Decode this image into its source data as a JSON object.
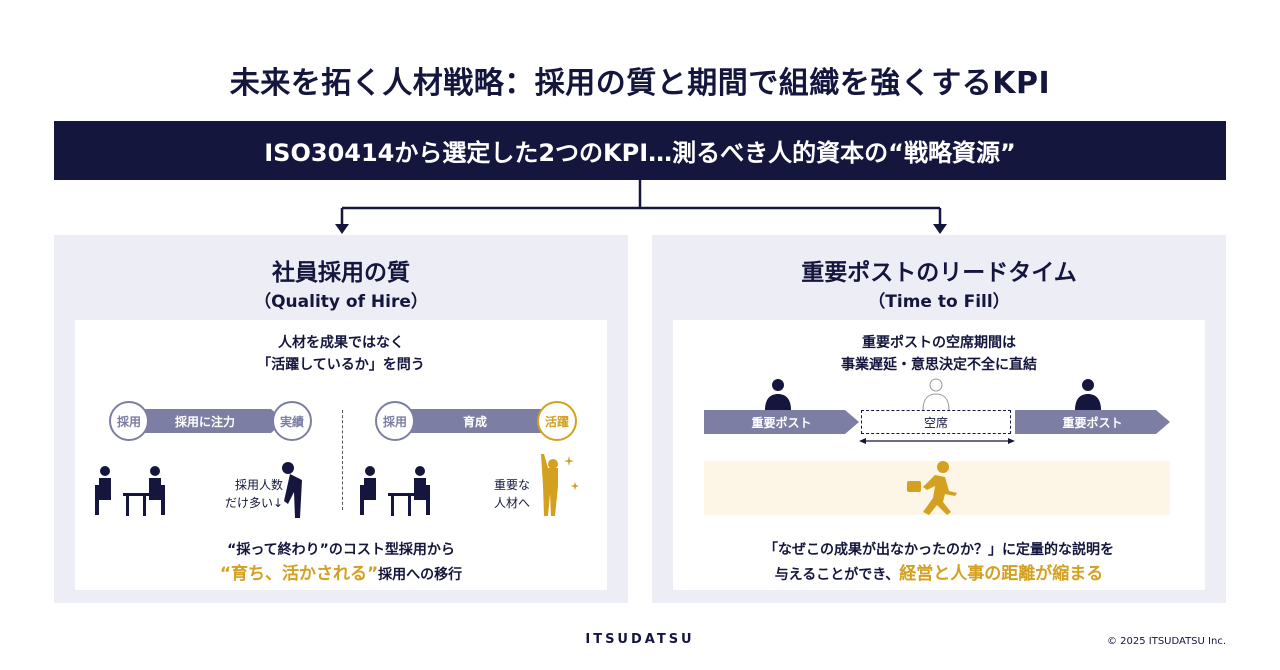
{
  "title": "未来を拓く人材戦略：採用の質と期間で組織を強くするKPI",
  "banner": "ISO30414から選定した2つのKPI…測るべき人的資本の“戦略資源”",
  "left": {
    "heading": "社員採用の質",
    "subheading": "（Quality of Hire）",
    "lead1": "人材を成果ではなく",
    "lead2": "「活躍しているか」を問う",
    "flow_a": {
      "start": "採用",
      "bar": "採用に注力",
      "end": "実績"
    },
    "flow_b": {
      "start": "採用",
      "bar": "育成",
      "end": "活躍"
    },
    "note_a1": "採用人数",
    "note_a2": "だけ多い↓",
    "note_b1": "重要な",
    "note_b2": "人材へ",
    "foot1": "“採って終わり”のコスト型採用から",
    "foot2_highlight": "“育ち、活かされる”",
    "foot2_rest": "採用への移行"
  },
  "right": {
    "heading": "重要ポストのリードタイム",
    "subheading": "（Time to Fill）",
    "lead1": "重要ポストの空席期間は",
    "lead2": "事業遅延・意思決定不全に直結",
    "post1": "重要ポスト",
    "vacant": "空席",
    "post2": "重要ポスト",
    "foot1": "「なぜこの成果が出なかったのか？」に定量的な説明を",
    "foot2_rest": "与えることができ、",
    "foot2_highlight": "経営と人事の距離が縮まる"
  },
  "footer": {
    "logo": "ITSUDATSU",
    "copyright": "© 2025 ITSUDATSU Inc."
  },
  "colors": {
    "navy": "#14163d",
    "slate": "#7c7ea3",
    "gold": "#d4a020",
    "panel": "#ededf6",
    "band": "#fdf5e6"
  }
}
